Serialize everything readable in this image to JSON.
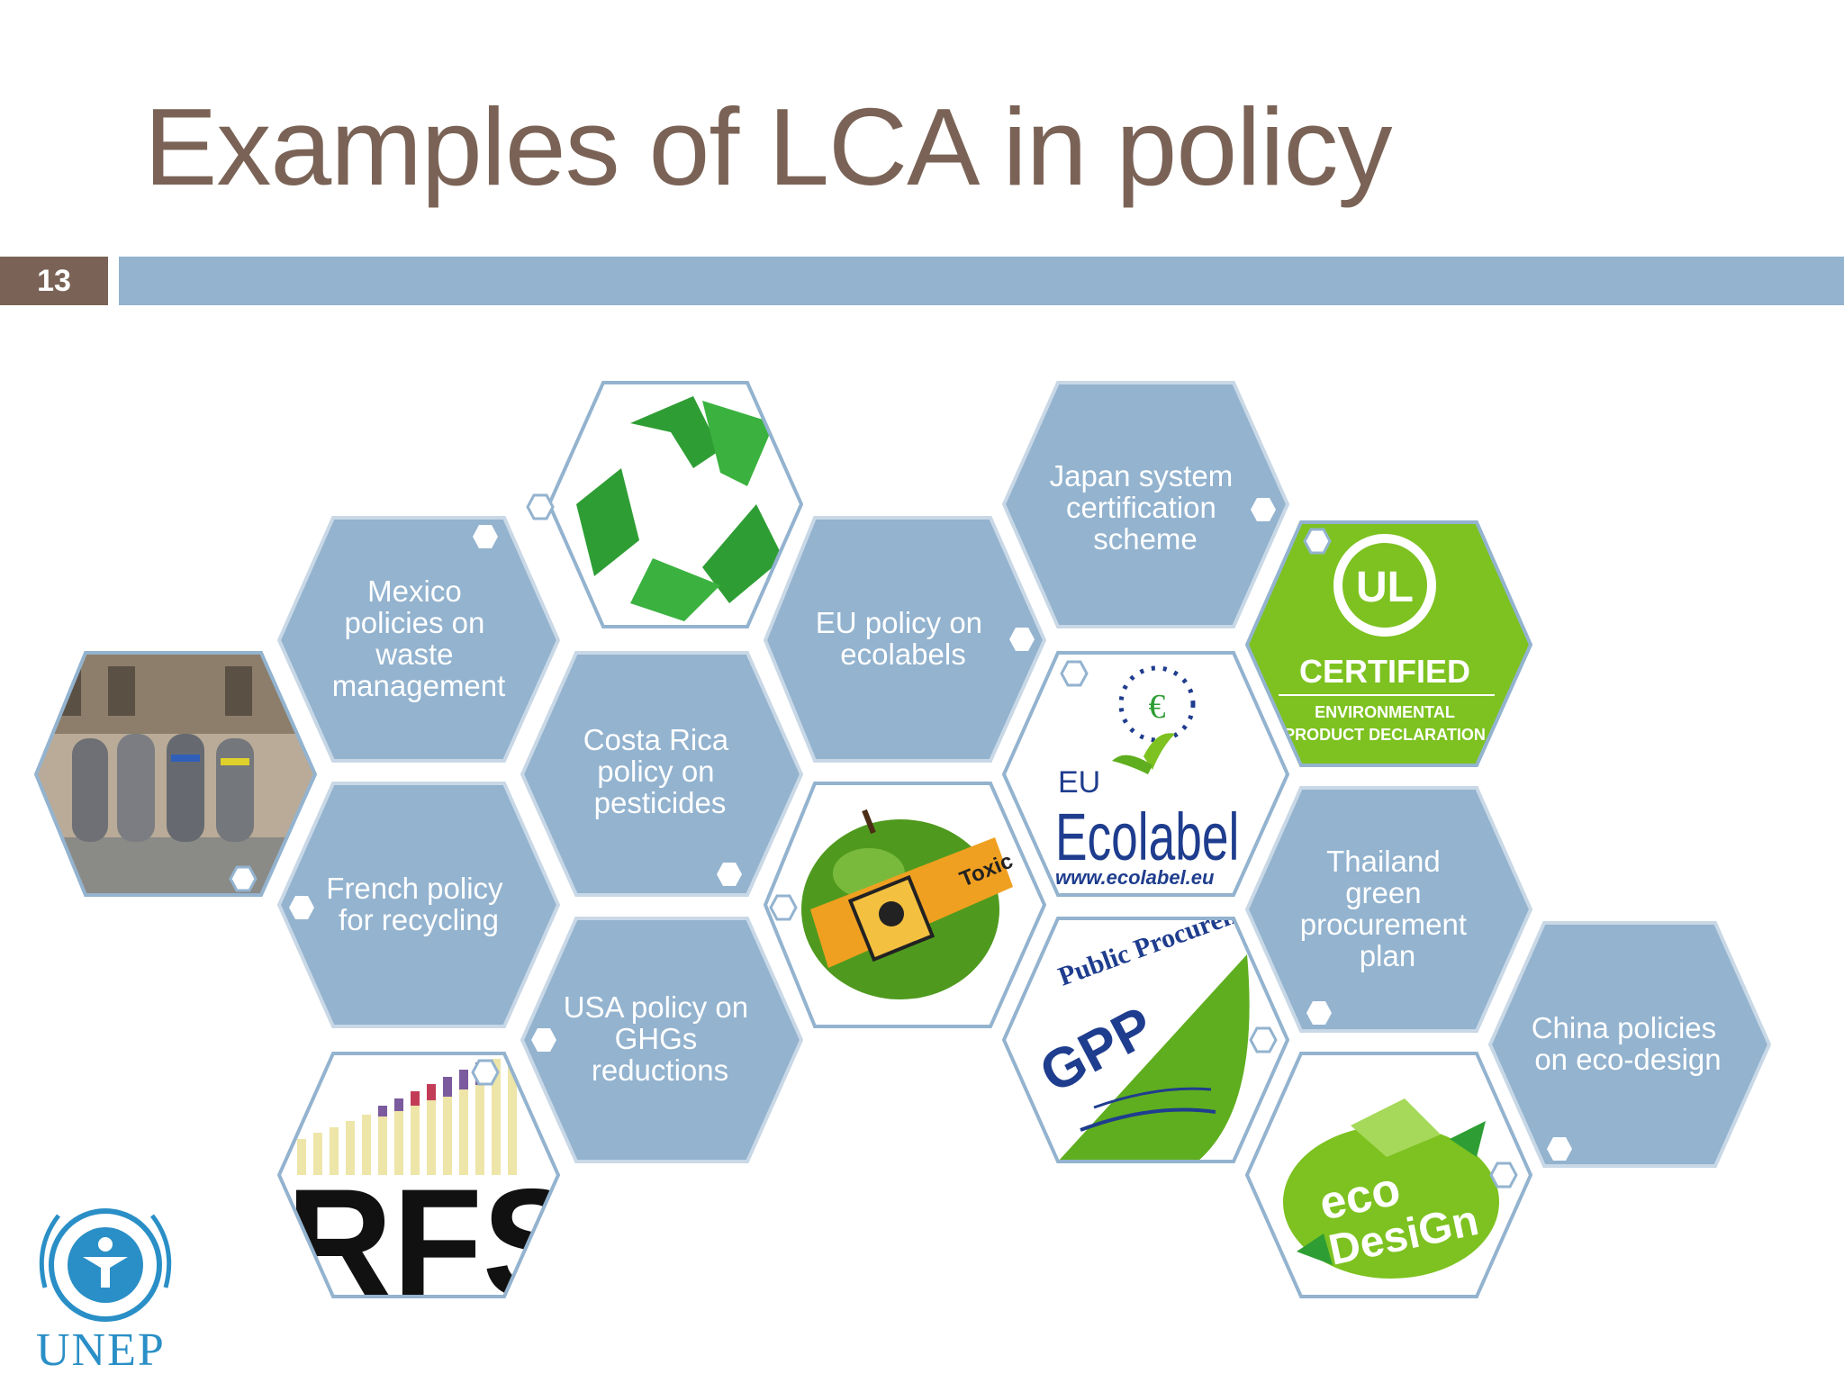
{
  "slide": {
    "title": "Examples of LCA in policy",
    "number": "13"
  },
  "colors": {
    "hex_fill": "#93b3cf",
    "hex_stroke": "#c9d8e6",
    "title": "#7a6356",
    "accent_bar": "#93b3cf",
    "number_box": "#7a6356",
    "recycle_green": "#2e9e34",
    "label_green": "#7dc220"
  },
  "text_hexes": [
    {
      "id": "mexico",
      "lines": [
        "Mexico",
        "policies on",
        "waste",
        "management"
      ]
    },
    {
      "id": "costa-rica",
      "lines": [
        "Costa Rica",
        "policy on",
        "pesticides"
      ]
    },
    {
      "id": "eu",
      "lines": [
        "EU policy on",
        "ecolabels"
      ]
    },
    {
      "id": "japan",
      "lines": [
        "Japan system",
        "certification",
        "scheme"
      ]
    },
    {
      "id": "french",
      "lines": [
        "French policy",
        "for recycling"
      ]
    },
    {
      "id": "usa",
      "lines": [
        "USA policy on",
        "GHGs",
        "reductions"
      ]
    },
    {
      "id": "thailand",
      "lines": [
        "Thailand",
        "green",
        "procurement",
        "plan"
      ]
    },
    {
      "id": "china",
      "lines": [
        "China policies",
        "on eco-design"
      ]
    }
  ],
  "image_hexes": [
    {
      "id": "recycle",
      "icon": "recycle-icon"
    },
    {
      "id": "bins",
      "icon": "waste-bins-photo"
    },
    {
      "id": "ul",
      "icon": "ul-certified-logo",
      "lines": [
        "CERTIFIED",
        "ENVIRONMENTAL",
        "PRODUCT DECLARATION"
      ]
    },
    {
      "id": "ecolabel",
      "icon": "eu-ecolabel-logo",
      "lines": [
        "EU",
        "Ecolabel",
        "www.ecolabel.eu"
      ]
    },
    {
      "id": "apple",
      "icon": "toxic-apple-photo",
      "lines": [
        "Toxic"
      ]
    },
    {
      "id": "gpp",
      "icon": "gpp-logo",
      "lines": [
        "Public Procurement",
        "GPP"
      ]
    },
    {
      "id": "rfs",
      "icon": "rfs-chart-logo",
      "lines": [
        "RFS"
      ]
    },
    {
      "id": "ecodesign",
      "icon": "eco-design-logo",
      "lines": [
        "eco",
        "DesiGn"
      ]
    }
  ],
  "footer": {
    "logo_text": "UNEP",
    "logo_icon": "un-emblem-icon"
  }
}
